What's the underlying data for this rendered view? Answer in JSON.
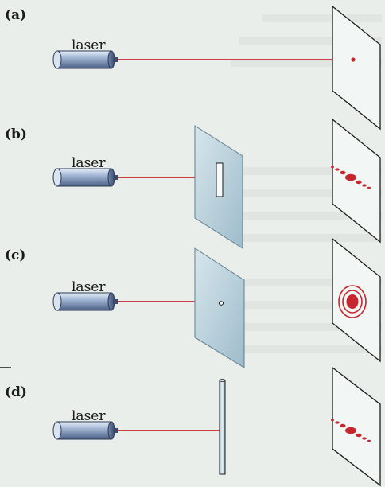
{
  "colors": {
    "background": "#e9eeea",
    "beam": "#c6262e",
    "laser_body_light": "#c9d6e8",
    "laser_body_dark": "#4b5f86",
    "screen_fill": "#f2f6f4",
    "barrier_fill": "#b9cfd9",
    "ink": "#1b1b1b"
  },
  "panels": [
    {
      "label": "(a)",
      "laser_label": "laser",
      "obstacle": "none",
      "screen_pattern": "single-dot"
    },
    {
      "label": "(b)",
      "laser_label": "laser",
      "obstacle": "single-slit-barrier",
      "screen_pattern": "horizontal-fringes"
    },
    {
      "label": "(c)",
      "laser_label": "laser",
      "obstacle": "pinhole-barrier",
      "screen_pattern": "concentric-rings"
    },
    {
      "label": "(d)",
      "laser_label": "laser",
      "obstacle": "thin-edge-rod",
      "screen_pattern": "horizontal-fringes"
    }
  ]
}
